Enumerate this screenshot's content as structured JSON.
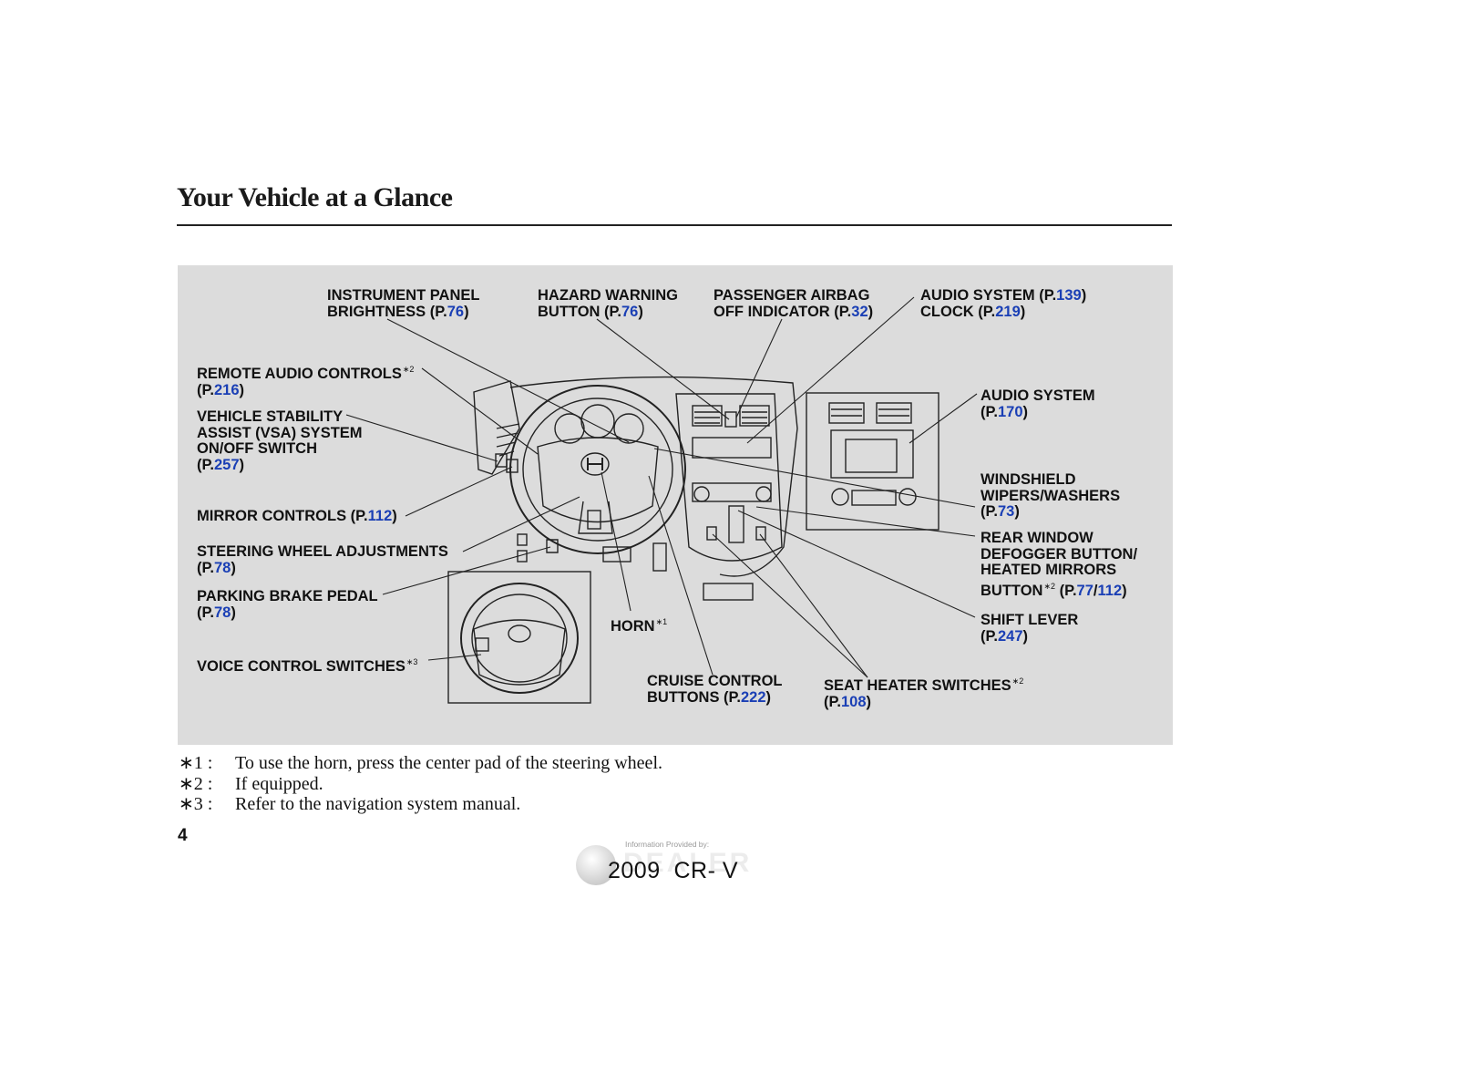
{
  "page": {
    "title": "Your Vehicle at a Glance",
    "page_number": "4",
    "credit": "Information Provided by:",
    "watermark_brand": "DEALER",
    "model": "2009  CR- V"
  },
  "callouts": {
    "instrument_panel": {
      "line1": "INSTRUMENT PANEL",
      "line2": "BRIGHTNESS",
      "ref": "76"
    },
    "hazard": {
      "line1": "HAZARD WARNING",
      "line2": "BUTTON",
      "ref": "76"
    },
    "airbag": {
      "line1": "PASSENGER AIRBAG",
      "line2": "OFF INDICATOR",
      "ref": "32"
    },
    "audio_clock": {
      "line1": "AUDIO SYSTEM",
      "ref1": "139",
      "line2": "CLOCK",
      "ref2": "219"
    },
    "remote_audio": {
      "line1": "REMOTE AUDIO CONTROLS",
      "mark": "∗2",
      "ref": "216"
    },
    "vsa": {
      "line1": "VEHICLE STABILITY",
      "line2": "ASSIST (VSA) SYSTEM",
      "line3": "ON/OFF SWITCH",
      "ref": "257"
    },
    "mirror": {
      "line1": "MIRROR CONTROLS",
      "ref": "112"
    },
    "steering_adj": {
      "line1": "STEERING WHEEL ADJUSTMENTS",
      "ref": "78"
    },
    "parking_brake": {
      "line1": "PARKING BRAKE PEDAL",
      "ref": "78"
    },
    "voice": {
      "line1": "VOICE CONTROL SWITCHES",
      "mark": "∗3"
    },
    "horn": {
      "line1": "HORN",
      "mark": "∗1"
    },
    "cruise": {
      "line1": "CRUISE CONTROL",
      "line2": "BUTTONS",
      "ref": "222"
    },
    "seat_heater": {
      "line1": "SEAT HEATER SWITCHES",
      "mark": "∗2",
      "ref": "108"
    },
    "audio_nav": {
      "line1": "AUDIO SYSTEM",
      "ref": "170"
    },
    "wipers": {
      "line1": "WINDSHIELD",
      "line2": "WIPERS/WASHERS",
      "ref": "73"
    },
    "defogger": {
      "line1": "REAR WINDOW",
      "line2": "DEFOGGER BUTTON/",
      "line3": "HEATED MIRRORS",
      "line4": "BUTTON",
      "mark": "∗2",
      "ref1": "77",
      "ref2": "112"
    },
    "shift": {
      "line1": "SHIFT LEVER",
      "ref": "247"
    }
  },
  "footnotes": [
    {
      "mark": "∗1 :",
      "text": "To use the horn, press the center pad of the steering wheel."
    },
    {
      "mark": "∗2 :",
      "text": "If equipped."
    },
    {
      "mark": "∗3 :",
      "text": "Refer to the navigation system manual."
    }
  ],
  "colors": {
    "panel_bg": "#dcdcdc",
    "page_ref": "#1a3fb5",
    "text": "#111111"
  }
}
